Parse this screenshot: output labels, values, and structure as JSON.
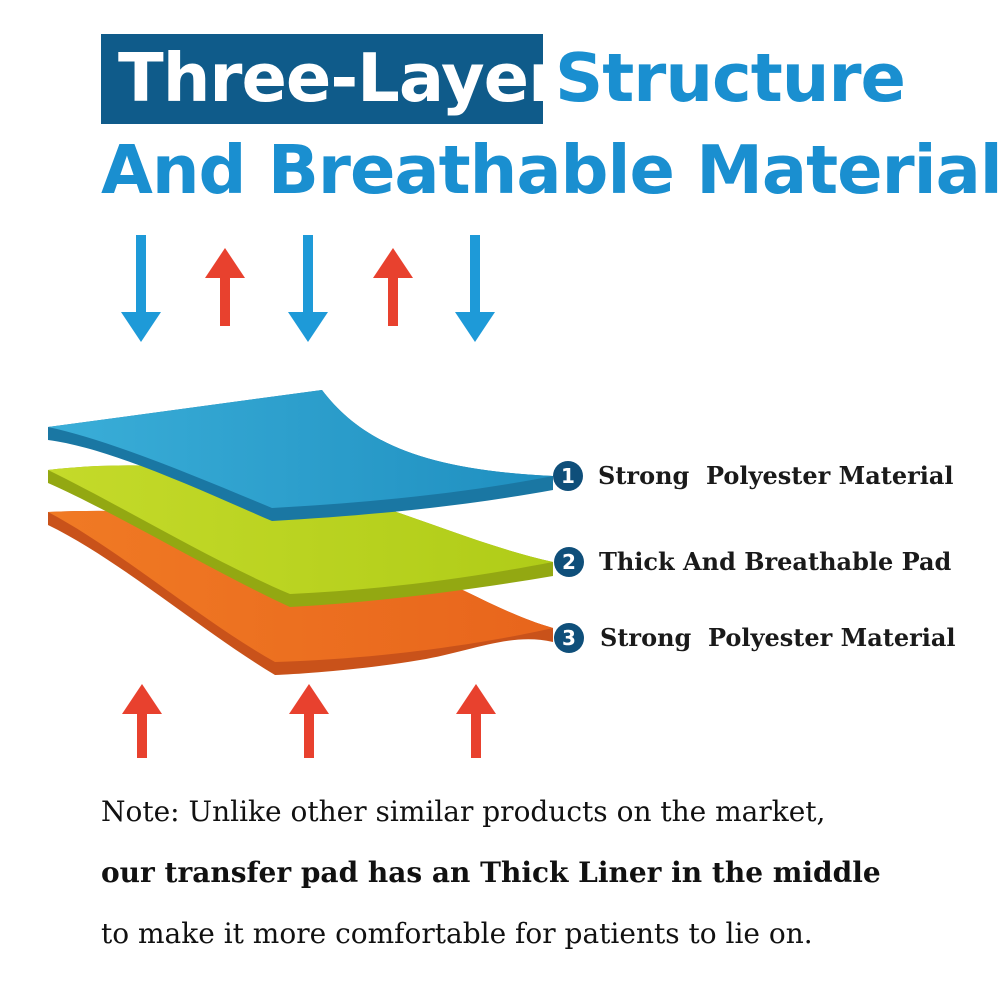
{
  "title": {
    "highlight": "Three-Layer",
    "rest": "Structure",
    "line2": "And Breathable Material"
  },
  "colors": {
    "title_box": "#0f5b8a",
    "title_text": "#1a8fd0",
    "arrow_down": "#1e9ad8",
    "arrow_up": "#e8412e",
    "layer_top": "#2a9fd0",
    "layer_middle": "#b9d31c",
    "layer_bottom": "#ea6d1f",
    "badge": "#0f4f7a"
  },
  "arrows": {
    "top_row": [
      "arrow-down-icon",
      "arrow-up-icon",
      "arrow-down-icon",
      "arrow-up-icon",
      "arrow-down-icon"
    ],
    "bottom_row": [
      "arrow-up-icon",
      "arrow-up-icon",
      "arrow-up-icon"
    ]
  },
  "layers": [
    {
      "number": "1",
      "label": "Strong  Polyester Material"
    },
    {
      "number": "2",
      "label": "Thick And Breathable Pad"
    },
    {
      "number": "3",
      "label": "Strong  Polyester Material"
    }
  ],
  "note": {
    "line1": "Note: Unlike other similar products on the market,",
    "line2": "our transfer pad has an Thick Liner in the middle",
    "line3": "to make it more comfortable for patients to lie on."
  }
}
